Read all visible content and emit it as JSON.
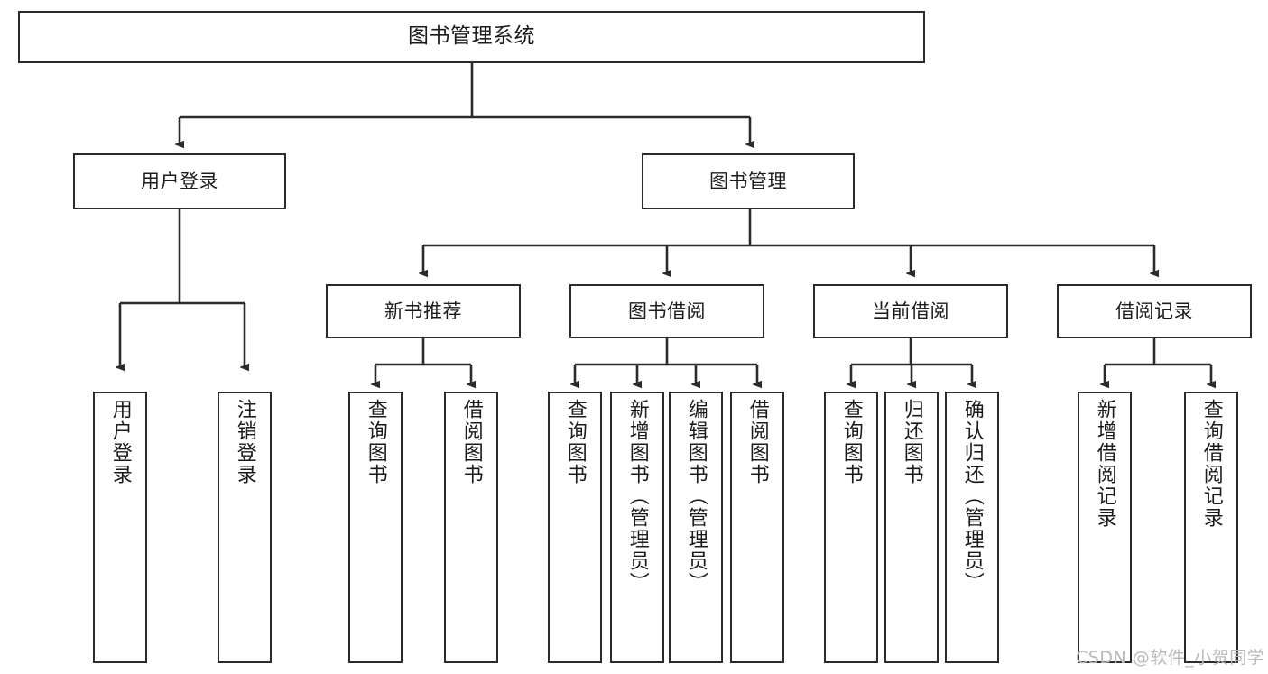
{
  "diagram": {
    "title": "图书管理系统",
    "type": "tree-hierarchy-chart",
    "root": {
      "label": "图书管理系统"
    },
    "level1": [
      {
        "label": "用户登录"
      },
      {
        "label": "图书管理"
      }
    ],
    "level2": [
      {
        "label": "新书推荐"
      },
      {
        "label": "图书借阅"
      },
      {
        "label": "当前借阅"
      },
      {
        "label": "借阅记录"
      }
    ],
    "leaves": {
      "user_login": [
        {
          "label": "用户登录"
        },
        {
          "label": "注销登录"
        }
      ],
      "new_book_recommend": [
        {
          "label": "查询图书"
        },
        {
          "label": "借阅图书"
        }
      ],
      "book_borrow": [
        {
          "label": "查询图书"
        },
        {
          "label": "新增图书（管理员）"
        },
        {
          "label": "编辑图书（管理员）"
        },
        {
          "label": "借阅图书"
        }
      ],
      "current_borrow": [
        {
          "label": "查询图书"
        },
        {
          "label": "归还图书"
        },
        {
          "label": "确认归还（管理员）"
        }
      ],
      "borrow_record": [
        {
          "label": "新增借阅记录"
        },
        {
          "label": "查询借阅记录"
        }
      ]
    }
  },
  "watermark": {
    "text": "CSDN @软件_小贺同学"
  },
  "colors": {
    "stroke": "#2b2b2b",
    "fill": "#ffffff",
    "text": "#1b1b1b",
    "watermark": "#b9b9b9"
  }
}
